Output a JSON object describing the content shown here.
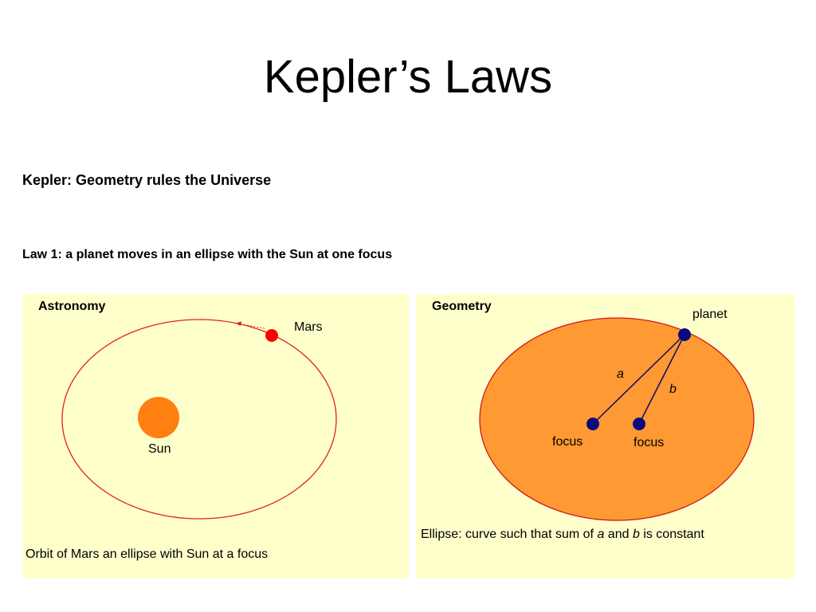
{
  "slide": {
    "title": "Kepler’s Laws",
    "subtitle": "Kepler: Geometry rules the Universe",
    "law": "Law 1: a planet moves in an ellipse with the Sun at one focus"
  },
  "astronomy": {
    "heading": "Astronomy",
    "planet_label": "Mars",
    "sun_label": "Sun",
    "caption": "Orbit of Mars an ellipse with Sun at a focus"
  },
  "geometry": {
    "heading": "Geometry",
    "planet_label": "planet",
    "a_label": "a",
    "b_label": "b",
    "focus1_label": "focus",
    "focus2_label": "focus",
    "caption_part1": "Ellipse: curve such that sum of ",
    "caption_a": "a",
    "caption_part2": " and ",
    "caption_b": "b",
    "caption_part3": " is constant"
  },
  "colors": {
    "panel_bg": "#ffffcc",
    "orbit": "#e02020",
    "sun": "#ff8010",
    "mars": "#ff0000",
    "ellipse_fill": "#ff9933",
    "dots": "#0a0a80"
  }
}
